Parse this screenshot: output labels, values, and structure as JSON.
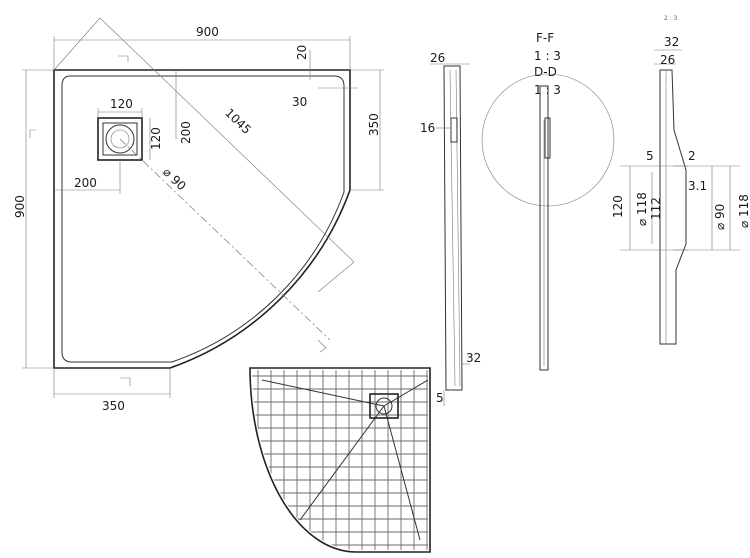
{
  "plan": {
    "dim_width": "900",
    "dim_height": "900",
    "dim_bottom": "350",
    "dim_right": "350",
    "dim_rim_top": "20",
    "dim_rim_side": "30",
    "dim_drain_w": "120",
    "dim_drain_h": "120",
    "dim_drain_top": "200",
    "dim_drain_left": "200",
    "dim_diagonal": "1045",
    "dim_drain_dia": "⌀ 90"
  },
  "section_dd": {
    "dim_thickness_top": "26",
    "dim_edge": "16",
    "dim_bottom_right": "32",
    "dim_bottom_left": "5"
  },
  "detail_ff": {
    "label_ff": "F-F",
    "scale_ff": "1 : 3",
    "label_dd": "D-D",
    "scale_dd": "1 : 3"
  },
  "drain_section": {
    "scale_top": "2 : 3",
    "dim_top_32": "32",
    "dim_top_26": "26",
    "dim_5": "5",
    "dim_2": "2",
    "dim_3_1": "3.1",
    "dim_120": "120",
    "dim_118_left": "⌀ 118",
    "dim_112": "112",
    "dim_90": "⌀ 90",
    "dim_118_right": "⌀ 118"
  },
  "colors": {
    "line": "#222222",
    "thin": "#7a7a7a",
    "grid": "#6b6b6b"
  }
}
